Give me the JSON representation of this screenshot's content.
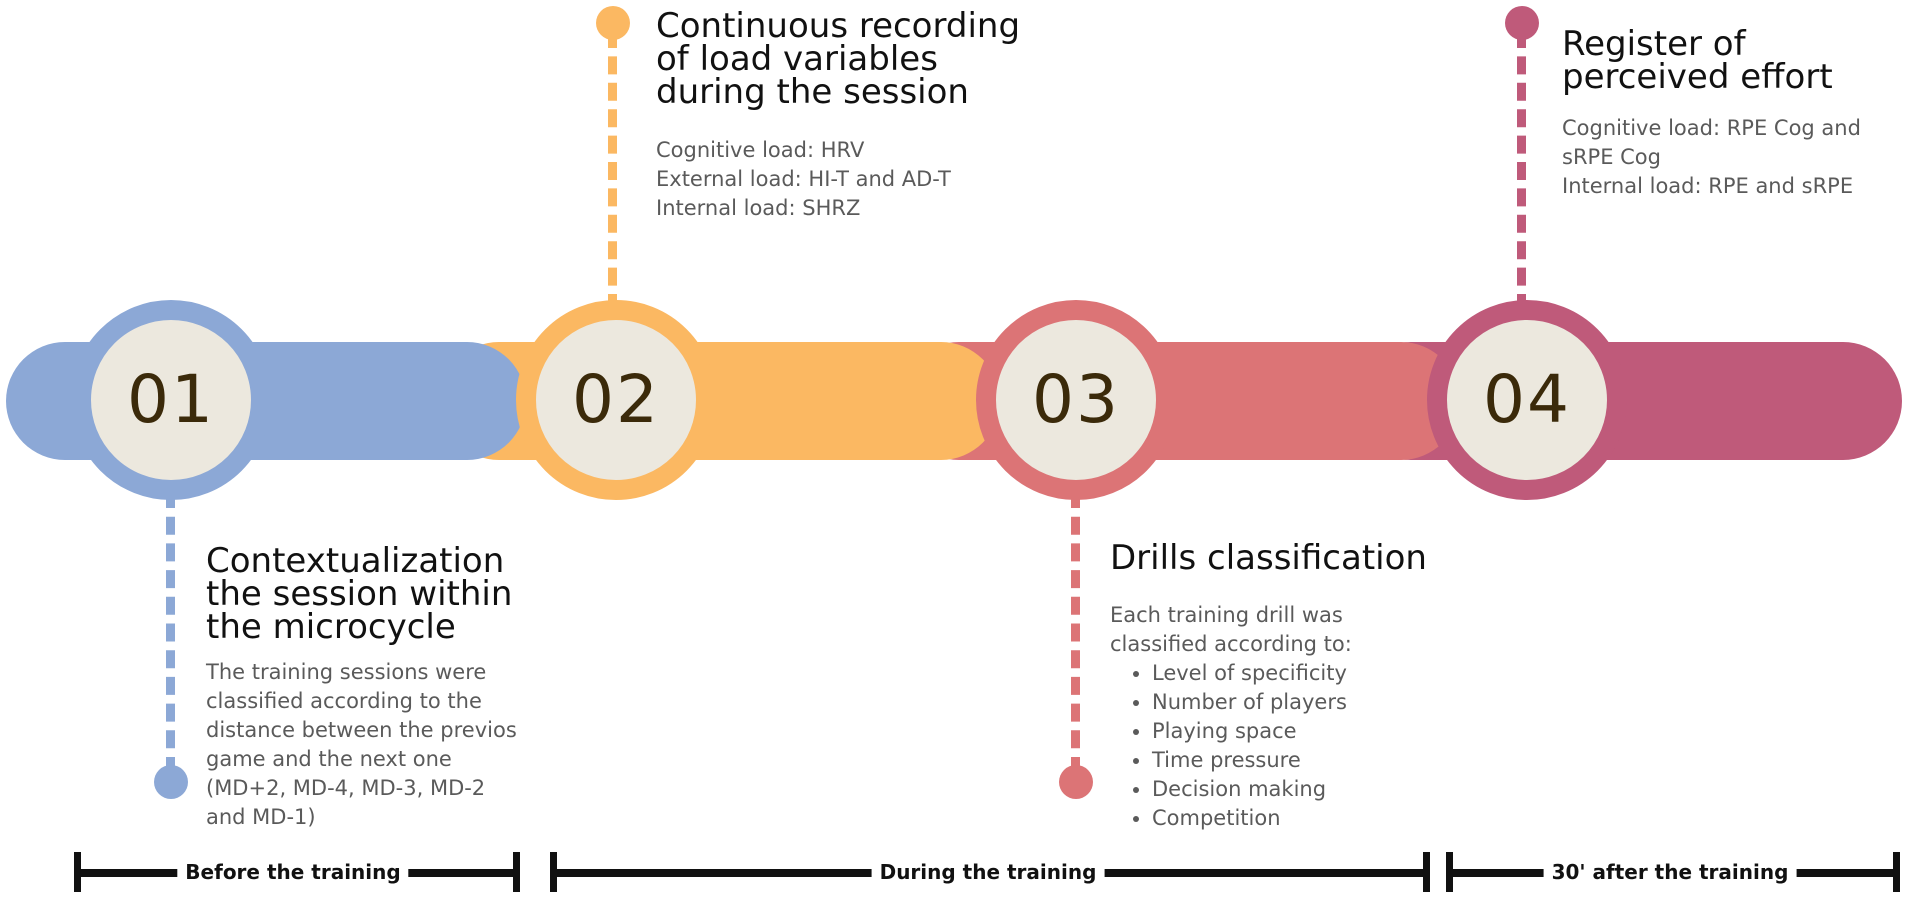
{
  "colors": {
    "step1": "#8ca8d6",
    "step2": "#fbb862",
    "step3": "#dc7476",
    "step4": "#bf5a7a",
    "circle_fill": "#ece8de",
    "number_text": "#3b2a0a"
  },
  "steps": [
    {
      "number": "01",
      "title": [
        "Contextualization",
        "the session within",
        "the microcycle"
      ],
      "body": [
        "The training sessions were",
        "classified according to the",
        "distance between the previos",
        "game and the next one",
        "(MD+2, MD-4, MD-3, MD-2",
        "and MD-1)"
      ]
    },
    {
      "number": "02",
      "title": [
        "Continuous recording",
        "of load variables",
        "during the session"
      ],
      "body": [
        "Cognitive load: HRV",
        "External load: HI-T and AD-T",
        "Internal load: SHRZ"
      ]
    },
    {
      "number": "03",
      "title": [
        "Drills classification"
      ],
      "intro": [
        "Each training drill was",
        "classified according to:"
      ],
      "bullets": [
        "Level of specificity",
        "Number of players",
        "Playing space",
        "Time pressure",
        "Decision making",
        "Competition"
      ]
    },
    {
      "number": "04",
      "title": [
        "Register of",
        "perceived effort"
      ],
      "body": [
        "Cognitive load: RPE Cog and",
        "sRPE Cog",
        "Internal load: RPE and sRPE"
      ]
    }
  ],
  "phases": [
    {
      "label": "Before the training"
    },
    {
      "label": "During the training"
    },
    {
      "label": "30' after the training"
    }
  ]
}
